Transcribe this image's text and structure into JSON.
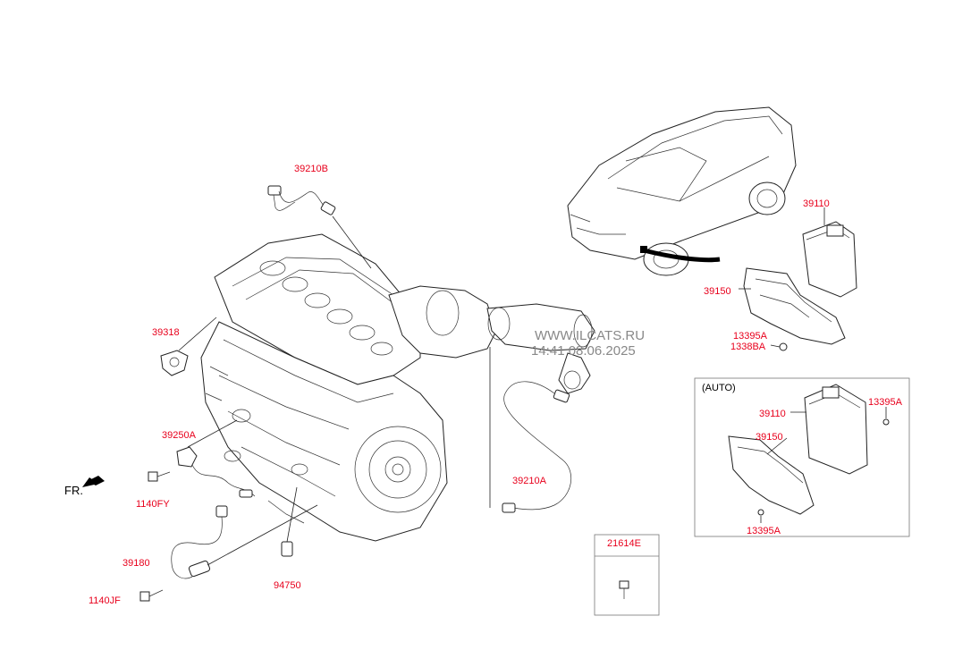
{
  "diagram": {
    "watermark": {
      "site": "WWW.ILCATS.RU",
      "timestamp": "14:41 08.06.2025"
    },
    "direction_label": "FR.",
    "auto_box_label": "(AUTO)",
    "label_color": "#e8001c",
    "parts": [
      {
        "id": "39210B",
        "label": "39210B"
      },
      {
        "id": "39318",
        "label": "39318"
      },
      {
        "id": "39250A",
        "label": "39250A"
      },
      {
        "id": "1140FY",
        "label": "1140FY"
      },
      {
        "id": "39180",
        "label": "39180"
      },
      {
        "id": "1140JF",
        "label": "1140JF"
      },
      {
        "id": "94750",
        "label": "94750"
      },
      {
        "id": "39210A",
        "label": "39210A"
      },
      {
        "id": "21614E",
        "label": "21614E"
      },
      {
        "id": "39110",
        "label": "39110"
      },
      {
        "id": "39150",
        "label": "39150"
      },
      {
        "id": "13395A",
        "label": "13395A"
      },
      {
        "id": "1338BA",
        "label": "1338BA"
      },
      {
        "id": "auto-39110",
        "label": "39110"
      },
      {
        "id": "auto-13395A-top",
        "label": "13395A"
      },
      {
        "id": "auto-39150",
        "label": "39150"
      },
      {
        "id": "auto-13395A-bottom",
        "label": "13395A"
      }
    ]
  }
}
